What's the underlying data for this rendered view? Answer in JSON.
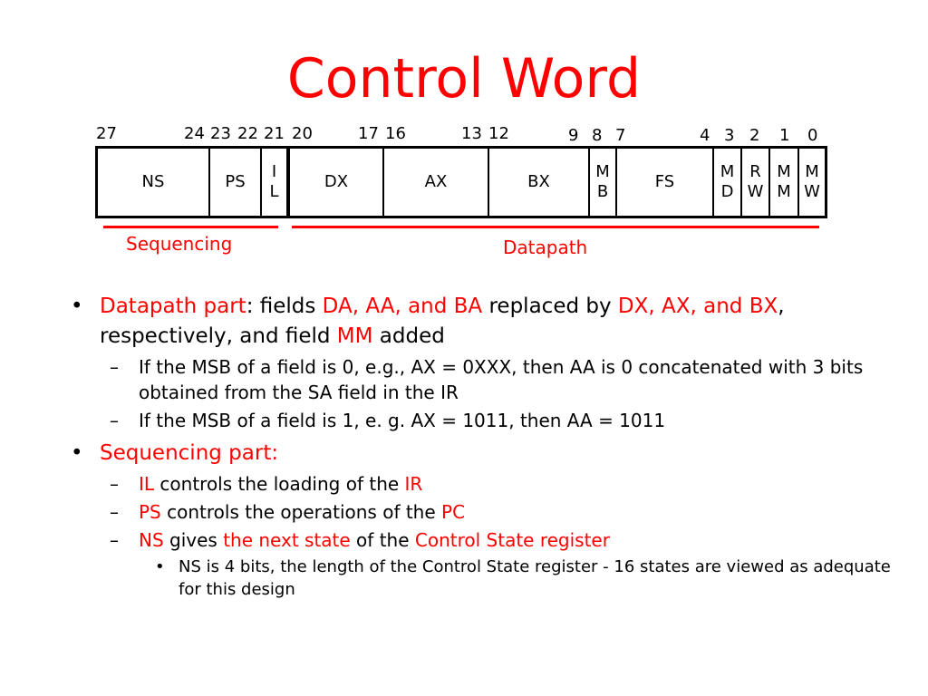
{
  "title": "Control Word",
  "bit_numbers": [
    "27",
    "24",
    "23",
    "22",
    "21",
    "20",
    "17",
    "16",
    "13",
    "12",
    "9",
    "8",
    "7",
    "4",
    "3",
    "2",
    "1",
    "0"
  ],
  "fields": [
    {
      "line1": "NS",
      "line2": ""
    },
    {
      "line1": "PS",
      "line2": ""
    },
    {
      "line1": "I",
      "line2": "L"
    },
    {
      "line1": "DX",
      "line2": ""
    },
    {
      "line1": "AX",
      "line2": ""
    },
    {
      "line1": "BX",
      "line2": ""
    },
    {
      "line1": "M",
      "line2": "B"
    },
    {
      "line1": "FS",
      "line2": ""
    },
    {
      "line1": "M",
      "line2": "D"
    },
    {
      "line1": "R",
      "line2": "W"
    },
    {
      "line1": "M",
      "line2": "M"
    },
    {
      "line1": "M",
      "line2": "W"
    }
  ],
  "groups": {
    "sequencing": "Sequencing",
    "datapath": "Datapath"
  },
  "bullets": {
    "symbol1": "•",
    "symbol2": "–",
    "datapath": {
      "label": "Datapath part",
      "t1": ": fields ",
      "r1": "DA, AA, and BA",
      "t2": " replaced by ",
      "r2": "DX, AX, and BX",
      "t3": ", respectively, and field ",
      "r3": "MM",
      "t4": " added",
      "sub1": "If the MSB of a field is 0, e.g., AX = 0XXX,  then AA is 0 concatenated with 3 bits obtained from the SA field in the IR",
      "sub2": "If the MSB of a field is 1, e. g. AX = 1011, then AA = 1011"
    },
    "sequencing": {
      "label": "Sequencing part:",
      "il_r": "IL",
      "il_t1": " controls the loading of the ",
      "il_r2": "IR",
      "ps_r": "PS",
      "ps_t1": " controls the operations of the ",
      "ps_r2": "PC",
      "ns_r": "NS",
      "ns_t1": " gives ",
      "ns_r2": "the next state",
      "ns_t2": " of the ",
      "ns_r3": "Control State register",
      "sub3": "NS is 4 bits, the length of the Control State register - 16 states are viewed as adequate for this design"
    }
  }
}
